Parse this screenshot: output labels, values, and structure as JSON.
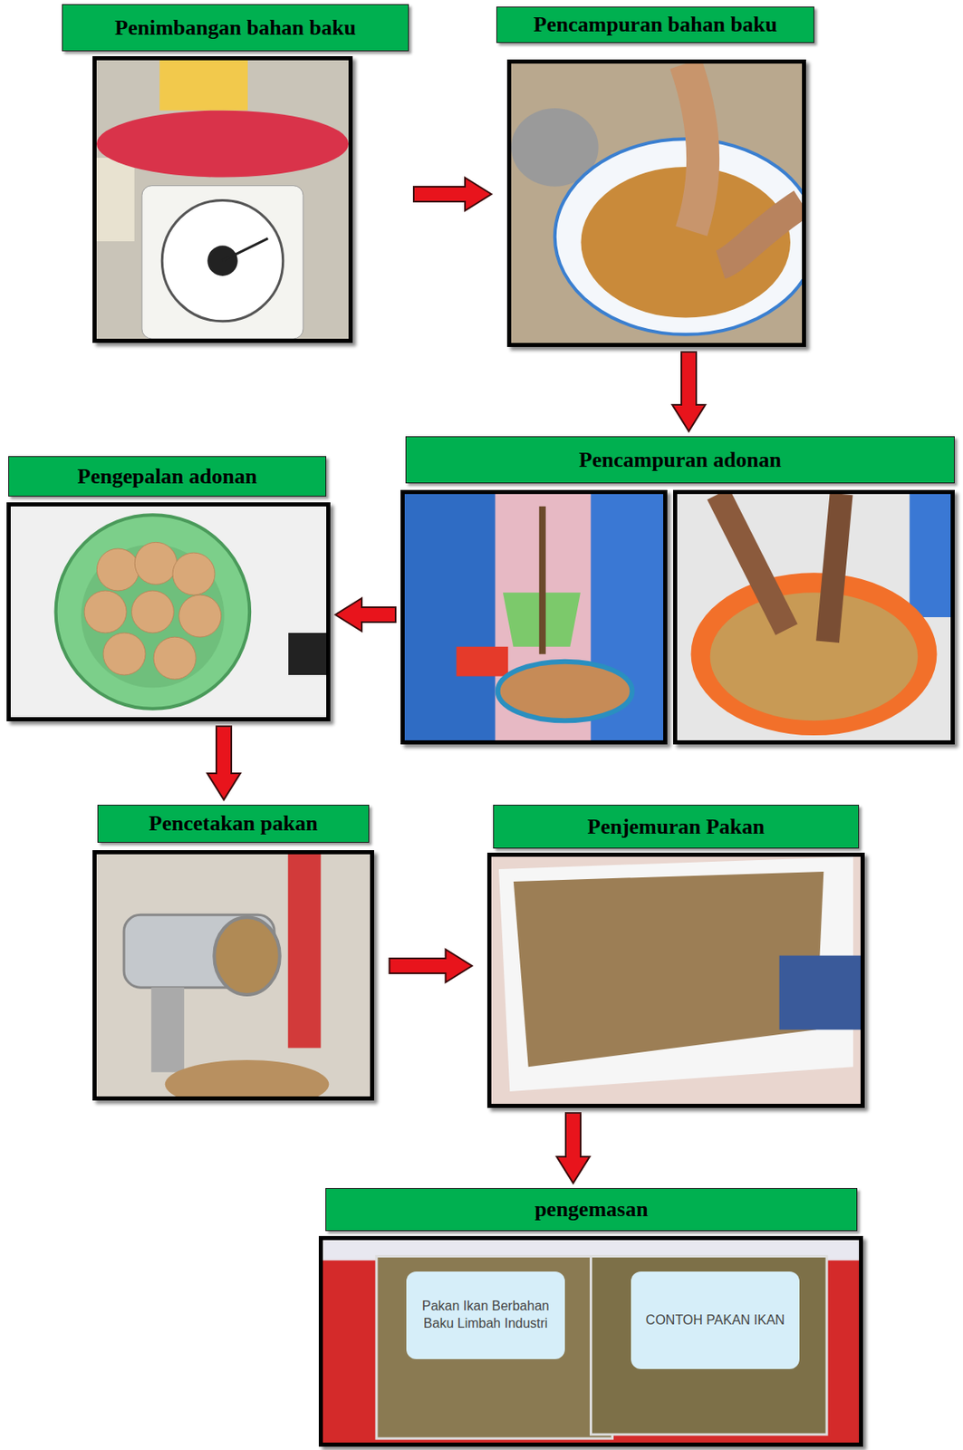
{
  "diagram": {
    "nodes": [
      {
        "text": [
          "Penimbangan bahan baku"
        ]
      },
      {
        "text": [
          "Pencampuran bahan baku"
        ]
      },
      {
        "text": [
          "Pencampuran adonan"
        ]
      },
      {
        "text": [
          "Pengepalan adonan"
        ]
      },
      {
        "text": [
          "Pencetakan pakan"
        ]
      },
      {
        "text": [
          "Penjemuran Pakan"
        ]
      },
      {
        "text": [
          "pengemasan"
        ]
      }
    ],
    "edges": [
      {
        "from": 0,
        "to": 1,
        "arrow": "to"
      },
      {
        "from": 1,
        "to": 2,
        "arrow": "to"
      },
      {
        "from": 2,
        "to": 3,
        "arrow": "to"
      },
      {
        "from": 3,
        "to": 4,
        "arrow": "to"
      },
      {
        "from": 4,
        "to": 5,
        "arrow": "to"
      },
      {
        "from": 5,
        "to": 6,
        "arrow": "to"
      }
    ],
    "labels": [
      "Pakan Ikan Berbahan Baku Limbah Industri",
      "CONTOH PAKAN IKAN"
    ]
  }
}
